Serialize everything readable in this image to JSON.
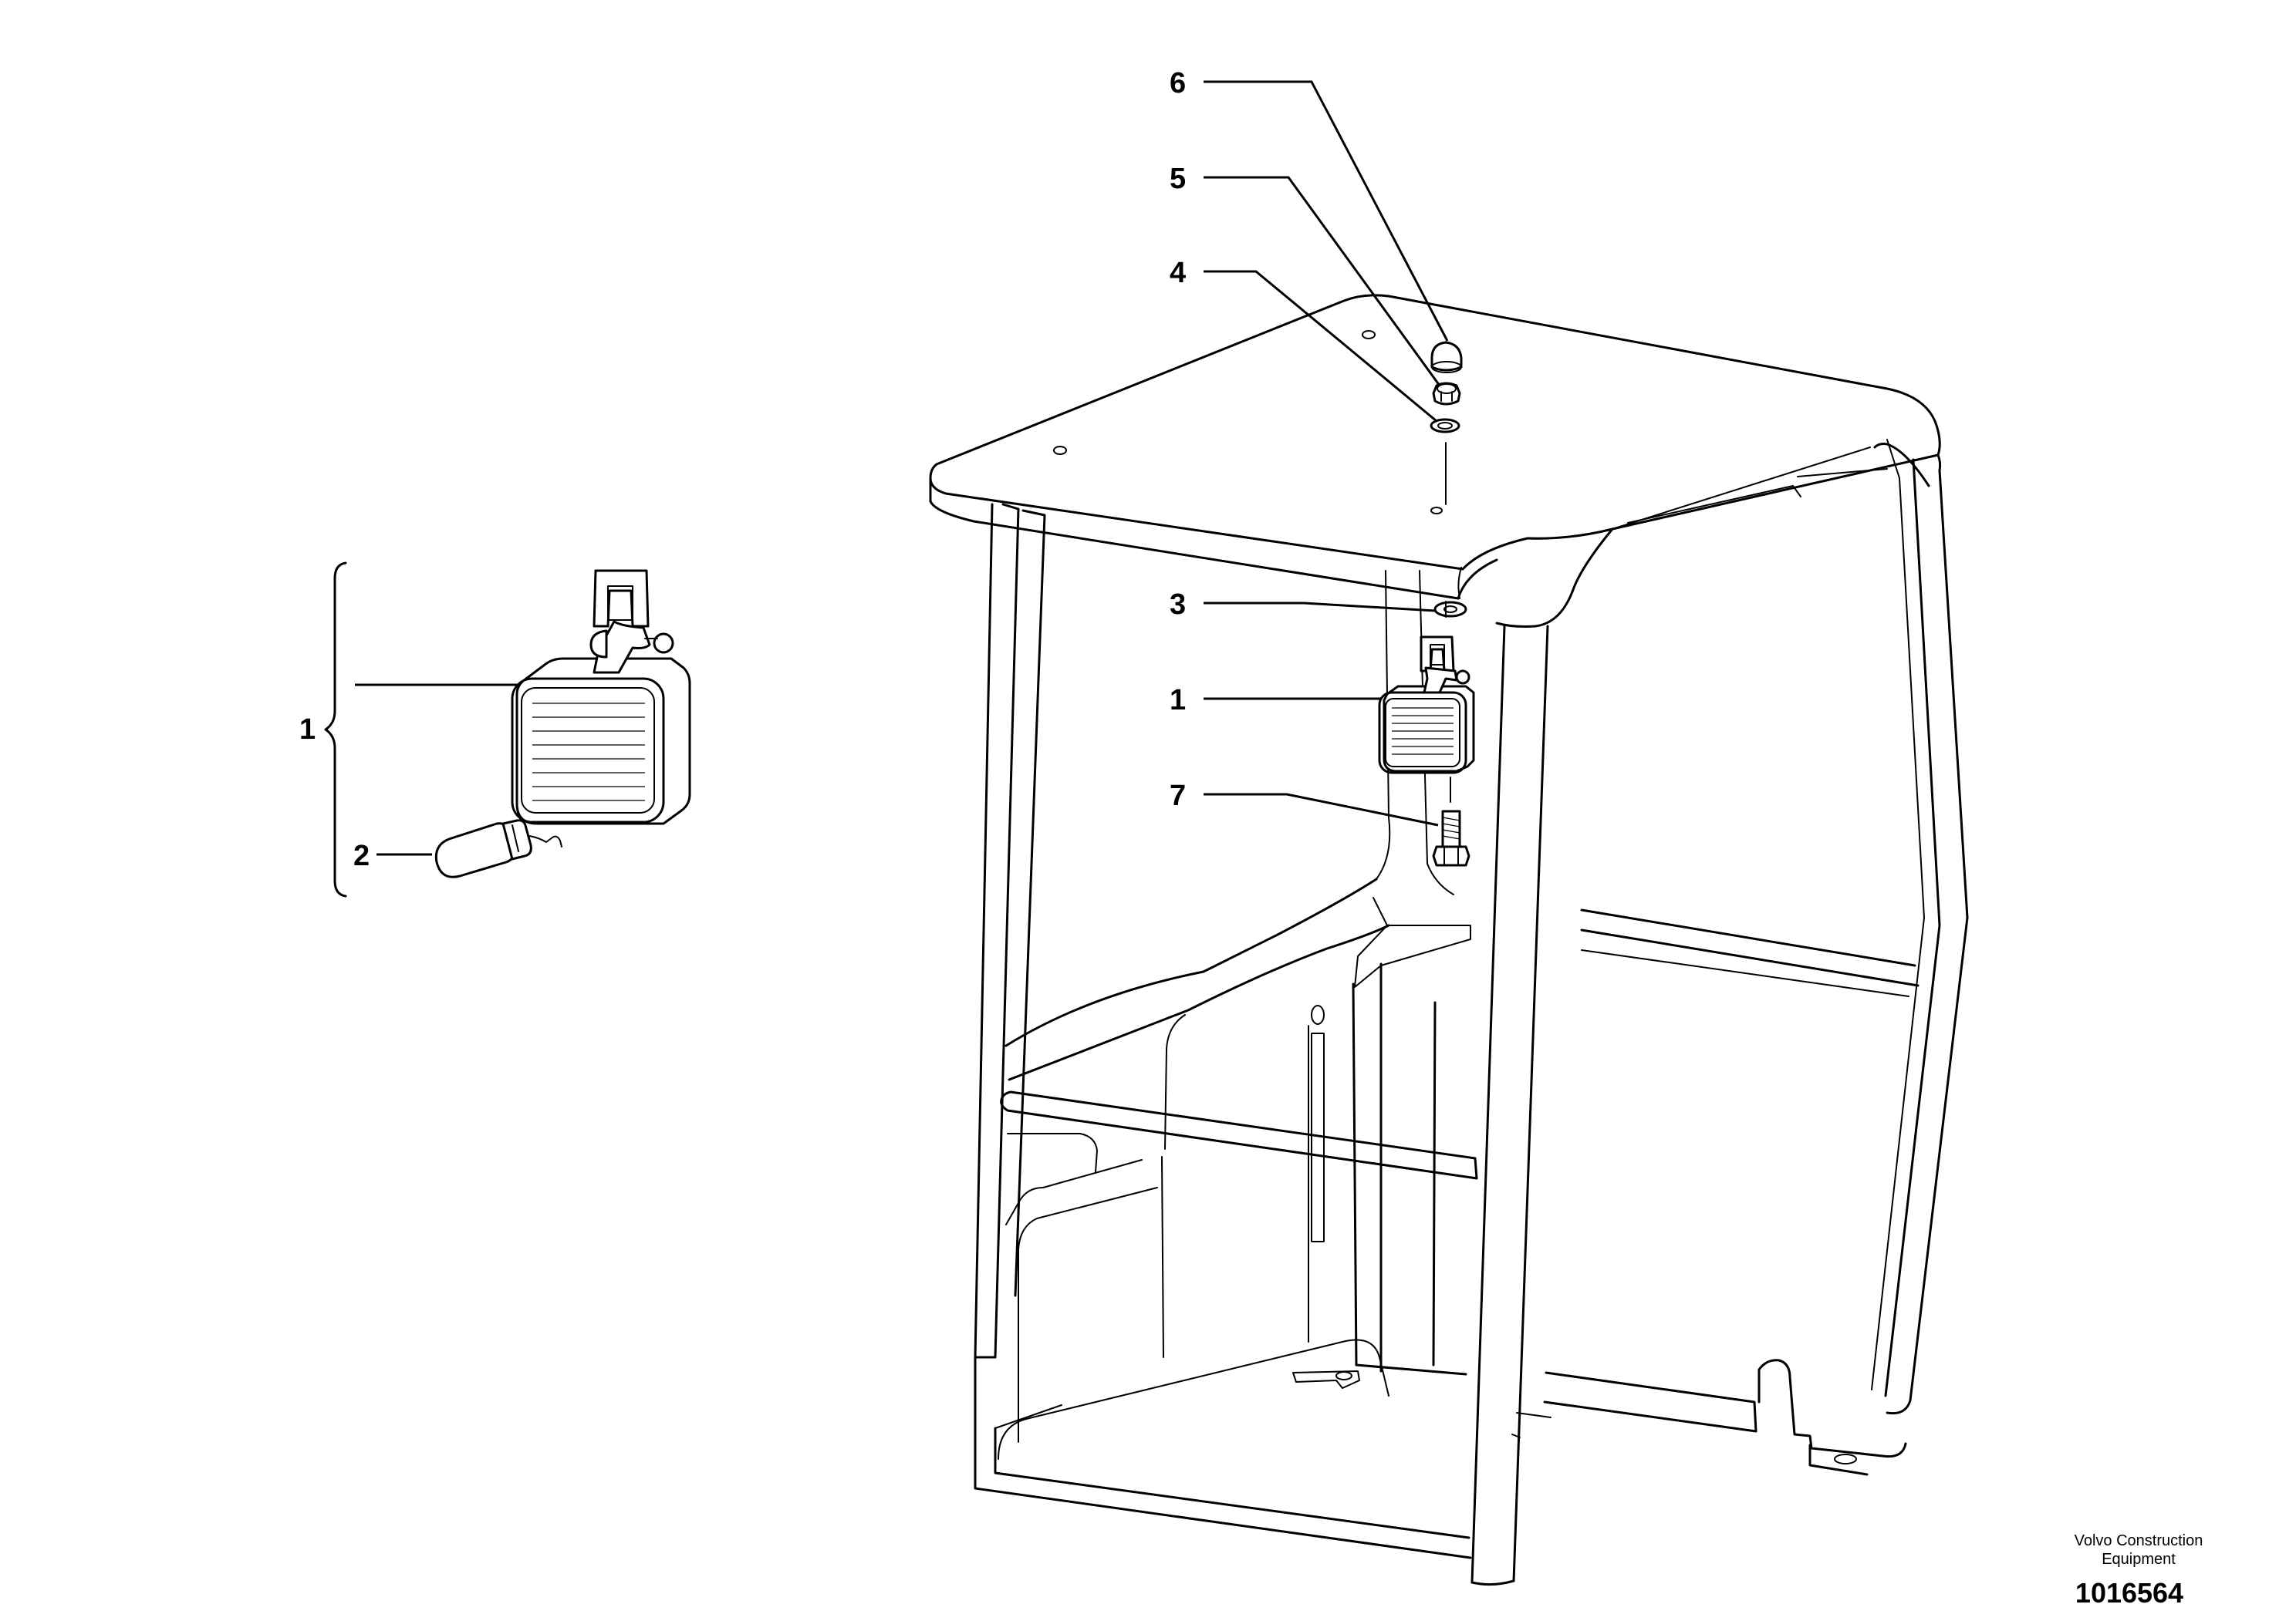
{
  "callouts": {
    "c1_left": "1",
    "c2": "2",
    "c3": "3",
    "c1_right": "1",
    "c4": "4",
    "c5": "5",
    "c6": "6",
    "c7": "7"
  },
  "footer": {
    "brand_line1": "Volvo Construction",
    "brand_line2": "Equipment",
    "document_number": "1016564"
  }
}
